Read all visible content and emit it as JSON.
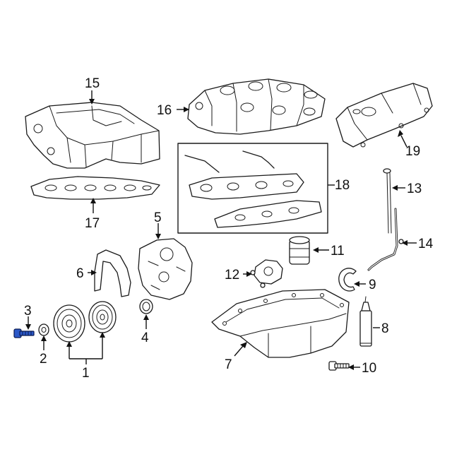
{
  "diagram": {
    "callouts": [
      "1",
      "2",
      "3",
      "4",
      "5",
      "6",
      "7",
      "8",
      "9",
      "10",
      "11",
      "12",
      "13",
      "14",
      "15",
      "16",
      "17",
      "18",
      "19"
    ],
    "highlight_color": "#2b58c8",
    "line_color": "#111111",
    "background": "#ffffff"
  }
}
